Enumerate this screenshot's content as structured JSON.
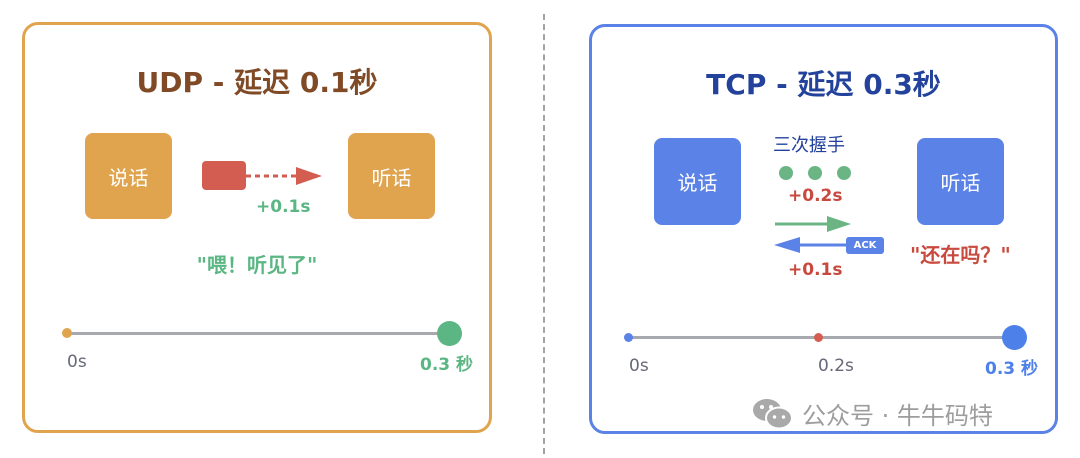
{
  "colors": {
    "udp_border": "#e0a44f",
    "udp_box": "#e0a44f",
    "udp_title": "#7f4a25",
    "tcp_border": "#5b82e6",
    "tcp_box": "#5b82e6",
    "tcp_title": "#23429b",
    "green": "#5bb684",
    "red": "#c84a3e",
    "packet_red": "#d45d52",
    "timeline_gray": "#a8a9ae",
    "label_gray": "#666877",
    "divider_gray": "#a3a3a3",
    "watermark_gray": "#9d9d9d"
  },
  "udp": {
    "title": "UDP - 延迟 0.1秒",
    "sender_label": "说话",
    "receiver_label": "听话",
    "packet_icon": "data-packet-icon",
    "arrow_icon": "dashed-arrow-right-icon",
    "delay_label": "+0.1s",
    "message": "\"喂！听见了\"",
    "timeline": {
      "start_label": "0s",
      "end_label": "0.3 秒"
    }
  },
  "tcp": {
    "title": "TCP - 延迟 0.3秒",
    "sender_label": "说话",
    "receiver_label": "听话",
    "handshake_label": "三次握手",
    "handshake_dots": 3,
    "handshake_delay": "+0.2s",
    "forward_arrow_icon": "arrow-right-icon",
    "back_arrow_icon": "arrow-left-icon",
    "ack_badge": "ACK",
    "ack_delay": "+0.1s",
    "message": "\"还在吗？\"",
    "timeline": {
      "start_label": "0s",
      "mid_label": "0.2s",
      "end_label": "0.3 秒"
    }
  },
  "watermark": {
    "icon": "wechat-icon",
    "text": "公众号 · 牛牛码特"
  }
}
